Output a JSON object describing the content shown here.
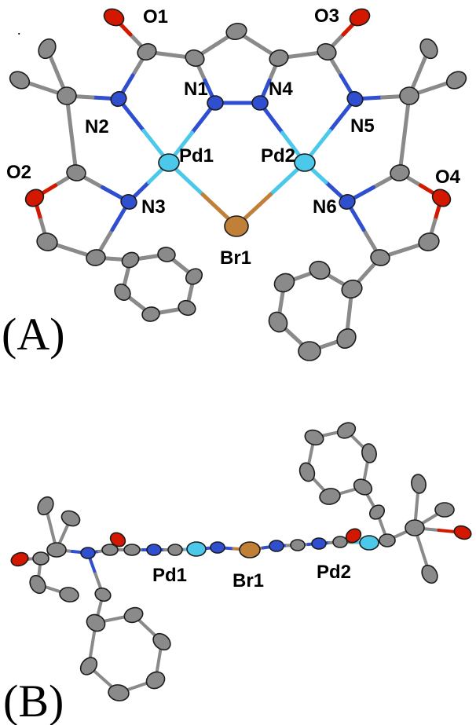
{
  "figure": {
    "panels": {
      "a": {
        "letter": "(A)",
        "stray_mark": ".",
        "labels": {
          "o1": "O1",
          "o3": "O3",
          "n1": "N1",
          "n4": "N4",
          "n2": "N2",
          "n5": "N5",
          "pd1": "Pd1",
          "pd2": "Pd2",
          "n3": "N3",
          "n6": "N6",
          "o2": "O2",
          "o4": "O4",
          "br1": "Br1"
        }
      },
      "b": {
        "letter": "(B)",
        "labels": {
          "pd1": "Pd1",
          "br1": "Br1",
          "pd2": "Pd2"
        }
      }
    },
    "colors": {
      "carbon": "#8a8a8a",
      "nitrogen": "#2f4fd0",
      "oxygen": "#d41800",
      "palladium": "#4cc8ea",
      "bromine": "#c08038",
      "outline": "#1c1c1c",
      "label_text": "#000000",
      "background": "#ffffff"
    }
  }
}
